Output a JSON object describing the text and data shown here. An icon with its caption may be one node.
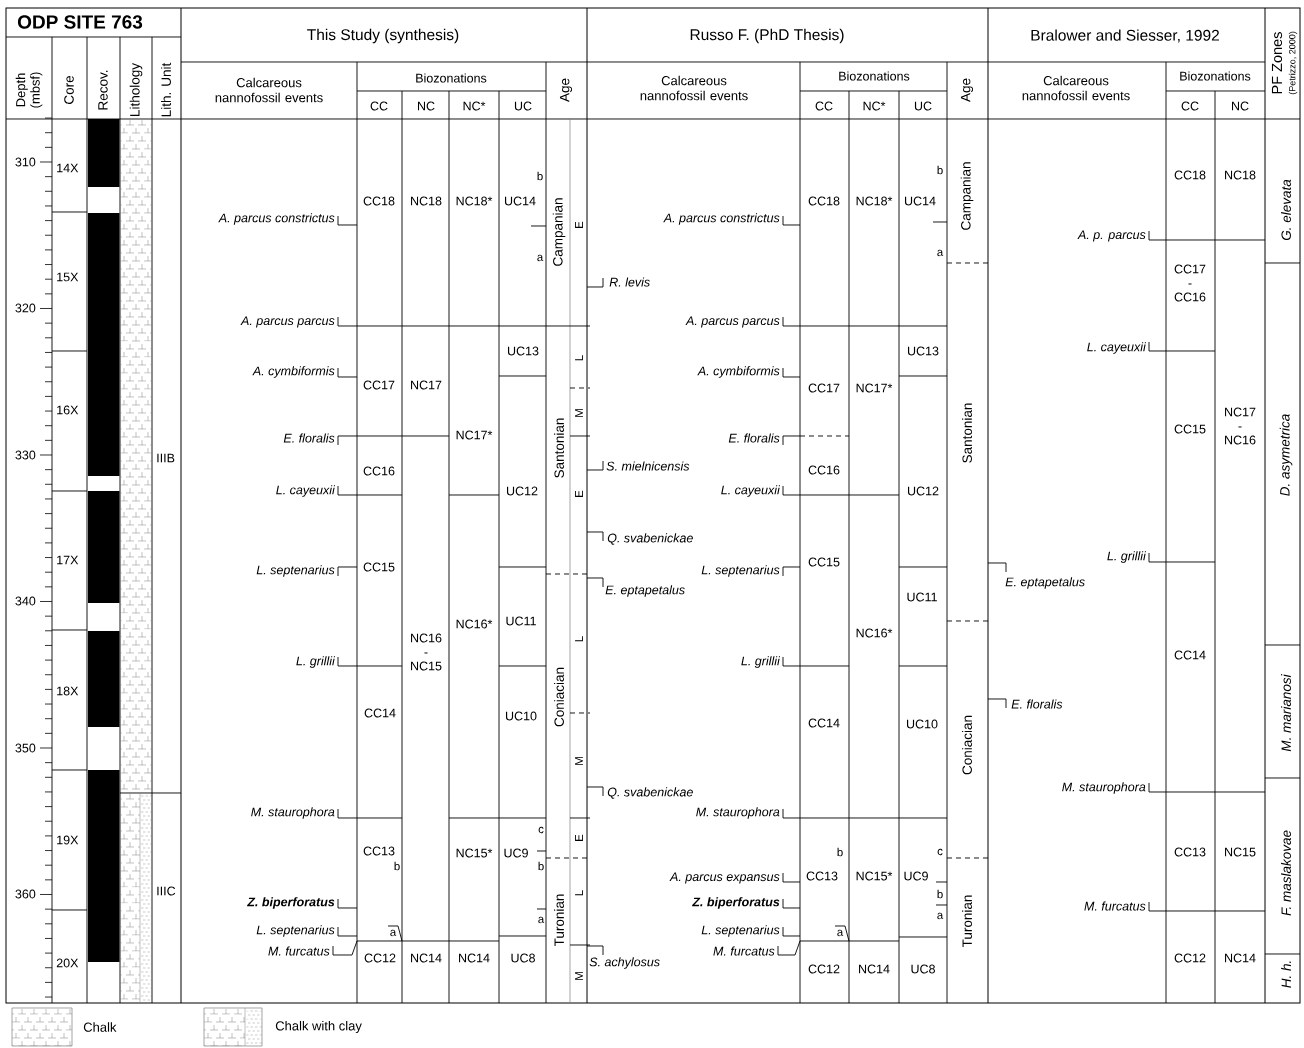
{
  "diagram": {
    "title": "ODP SITE 763",
    "labels": [
      "Depth (mbsf)",
      "Core",
      "Recov.",
      "Lithology",
      "Lith. Unit",
      "This Study (synthesis)",
      "Russo F. (PhD Thesis)",
      "Bralower and Siesser, 1992",
      "PF Zones",
      "(Petrizzo, 2000)",
      "Calcareous nannofossil events",
      "Biozonations",
      "CC",
      "NC",
      "NC*",
      "UC",
      "Age",
      "Calcareous nannofossil events",
      "Biozonations",
      "CC",
      "NC*",
      "UC",
      "Age",
      "Calcareous nannofossil events",
      "Biozonations",
      "CC",
      "NC",
      "310",
      "320",
      "330",
      "340",
      "350",
      "360",
      "14X",
      "15X",
      "16X",
      "17X",
      "18X",
      "19X",
      "20X",
      "IIIB",
      "IIIC",
      "A. parcus constrictus",
      "A. parcus parcus",
      "A. cymbiformis",
      "E. floralis",
      "L. cayeuxii",
      "L. septenarius",
      "L. grillii",
      "M. staurophora",
      "Z. biperforatus",
      "L. septenarius",
      "M. furcatus",
      "CC18",
      "NC18",
      "NC18*",
      "UC14",
      "b",
      "a",
      "UC13",
      "CC17",
      "NC17",
      "NC17*",
      "CC16",
      "UC12",
      "CC15",
      "NC16*",
      "UC11",
      "NC16 - NC15",
      "CC14",
      "UC10",
      "c",
      "CC13",
      "NC15*",
      "UC9",
      "b",
      "b",
      "a",
      "a",
      "CC12",
      "NC14",
      "NC14",
      "UC8",
      "Campanian",
      "Santonian",
      "Coniacian",
      "Turonian",
      "E",
      "L",
      "M",
      "E",
      "L",
      "M",
      "E",
      "L",
      "M",
      "A. parcus constrictus",
      "R. levis",
      "A. parcus parcus",
      "A. cymbiformis",
      "E. floralis",
      "S. mielnicensis",
      "L. cayeuxii",
      "Q. svabenickae",
      "L. septenarius",
      "E. eptapetalus",
      "L. grillii",
      "Q. svabenickae",
      "M. staurophora",
      "A. parcus expansus",
      "Z. biperforatus",
      "L. septenarius",
      "M. furcatus",
      "S. achylosus",
      "CC18",
      "NC18*",
      "UC14",
      "b",
      "a",
      "UC13",
      "CC17",
      "NC17*",
      "CC16",
      "UC12",
      "CC15",
      "UC11",
      "NC16*",
      "CC14",
      "UC10",
      "b",
      "c",
      "CC13",
      "NC15*",
      "UC9",
      "b",
      "a",
      "a",
      "CC12",
      "NC14",
      "UC8",
      "Campanian",
      "Santonian",
      "Coniacian",
      "Turonian",
      "A. p. parcus",
      "CC18",
      "NC18",
      "CC17 - CC16",
      "L. cayeuxii",
      "CC15",
      "NC17 - NC16",
      "L. grillii",
      "E. eptapetalus",
      "CC14",
      "E. floralis",
      "M. staurophora",
      "CC13",
      "NC15",
      "M. furcatus",
      "CC12",
      "NC14",
      "G. elevata",
      "D. asymetrica",
      "M. marianosi",
      "F. maslakovae",
      "H. h."
    ],
    "legend": [
      {
        "text": "Chalk"
      },
      {
        "text": "Chalk with clay"
      }
    ]
  }
}
